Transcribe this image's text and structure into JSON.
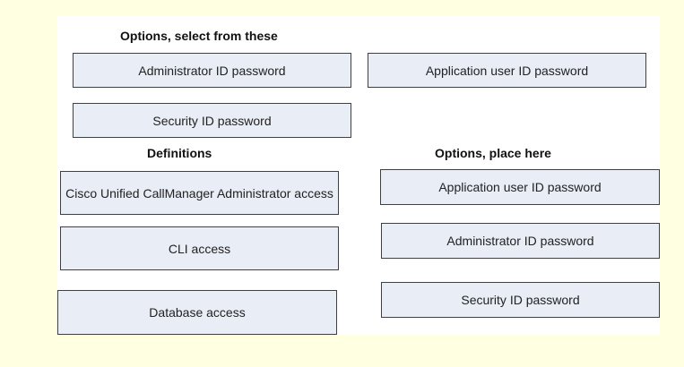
{
  "headings": {
    "options_source": "Options, select from these",
    "definitions": "Definitions",
    "options_target": "Options, place here"
  },
  "source_options": [
    "Administrator ID password",
    "Application user ID password",
    "Security ID password"
  ],
  "definitions": [
    "Cisco Unified CallManager Administrator access",
    "CLI access",
    "Database access"
  ],
  "placed_options": [
    "Application user ID password",
    "Administrator ID password",
    "Security ID password"
  ],
  "colors": {
    "background": "#ffffe1",
    "panel": "#ffffff",
    "box_fill": "#e8edf6",
    "box_border": "#404040"
  }
}
